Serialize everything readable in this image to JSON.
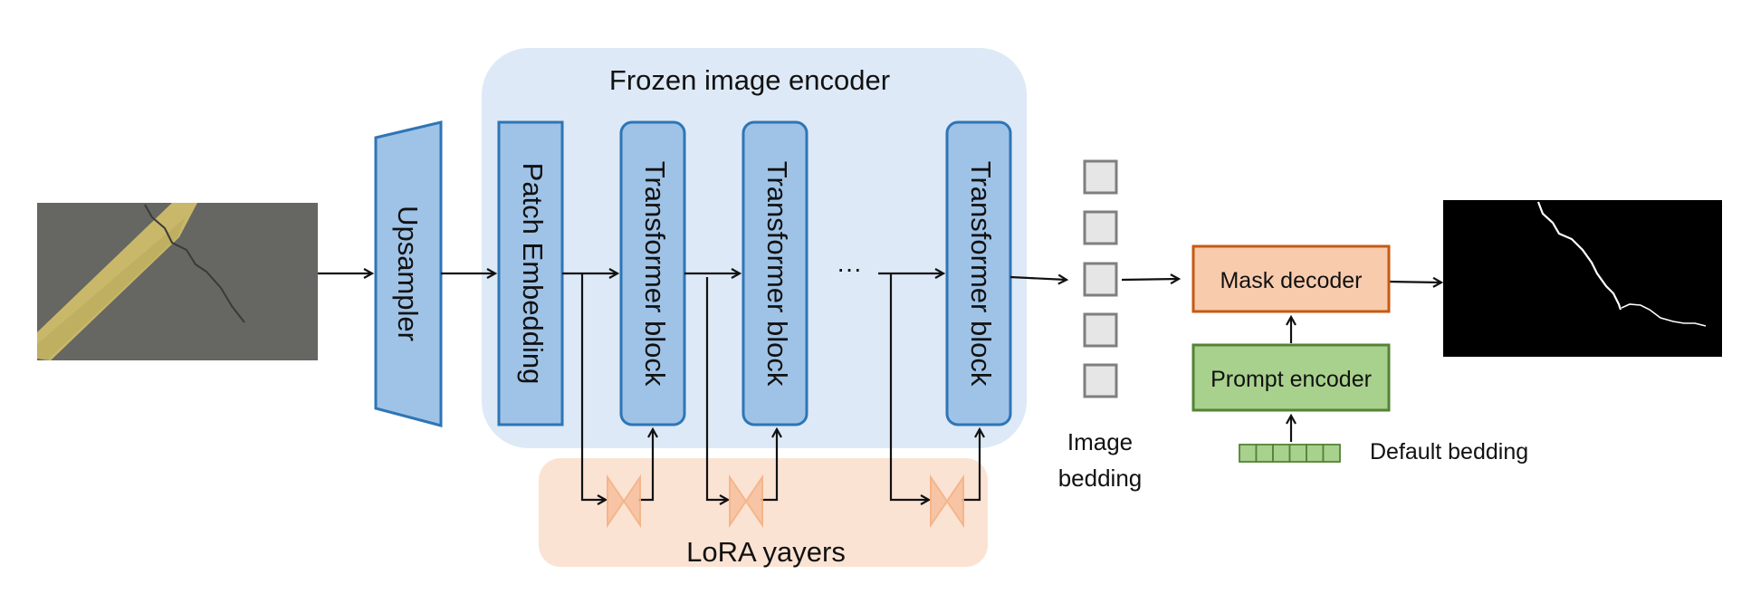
{
  "encoder": {
    "title": "Frozen image encoder"
  },
  "upsampler": {
    "label": "Upsampler"
  },
  "patch_embedding": {
    "label": "Patch Embedding"
  },
  "transformer_blocks": [
    {
      "label": "Transformer block"
    },
    {
      "label": "Transformer block"
    },
    {
      "label": "Transformer block"
    }
  ],
  "ellipsis": "···",
  "lora": {
    "label": "LoRA yayers"
  },
  "image_embedding": {
    "line1": "Image",
    "line2": "bedding"
  },
  "mask_decoder": {
    "label": "Mask decoder"
  },
  "prompt_encoder": {
    "label": "Prompt encoder"
  },
  "default_embedding": {
    "label": "Default bedding"
  },
  "colors": {
    "encoder_bg": "#dde9f6",
    "block_fill": "#9fc3e7",
    "block_stroke": "#2e75b6",
    "lora_bg": "#fbe3d4",
    "lora_icon": "#f4b183",
    "mask_fill": "#f8cbad",
    "mask_stroke": "#c55a11",
    "prompt_fill": "#a9d18e",
    "prompt_stroke": "#548235",
    "token_fill": "#e6e6e6",
    "token_stroke": "#7f7f7f"
  }
}
